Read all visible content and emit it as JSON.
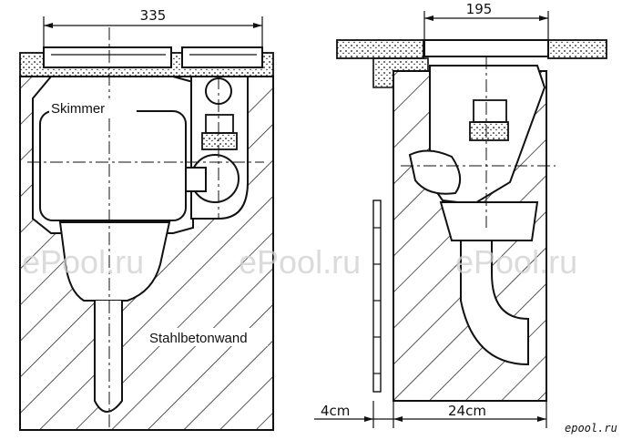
{
  "left_view": {
    "dimension_top": "335",
    "label_skimmer": "Skimmer",
    "label_wall": "Stahlbetonwand"
  },
  "right_view": {
    "dimension_top": "195",
    "dimension_bottom_left": "4cm",
    "dimension_bottom_right": "24cm"
  },
  "watermarks": [
    "ePool.ru",
    "ePool.ru",
    "ePool.ru"
  ],
  "logo_text": "epool.ru",
  "colors": {
    "ink": "#111111",
    "watermark": "#cfcfcf",
    "background": "#ffffff"
  }
}
